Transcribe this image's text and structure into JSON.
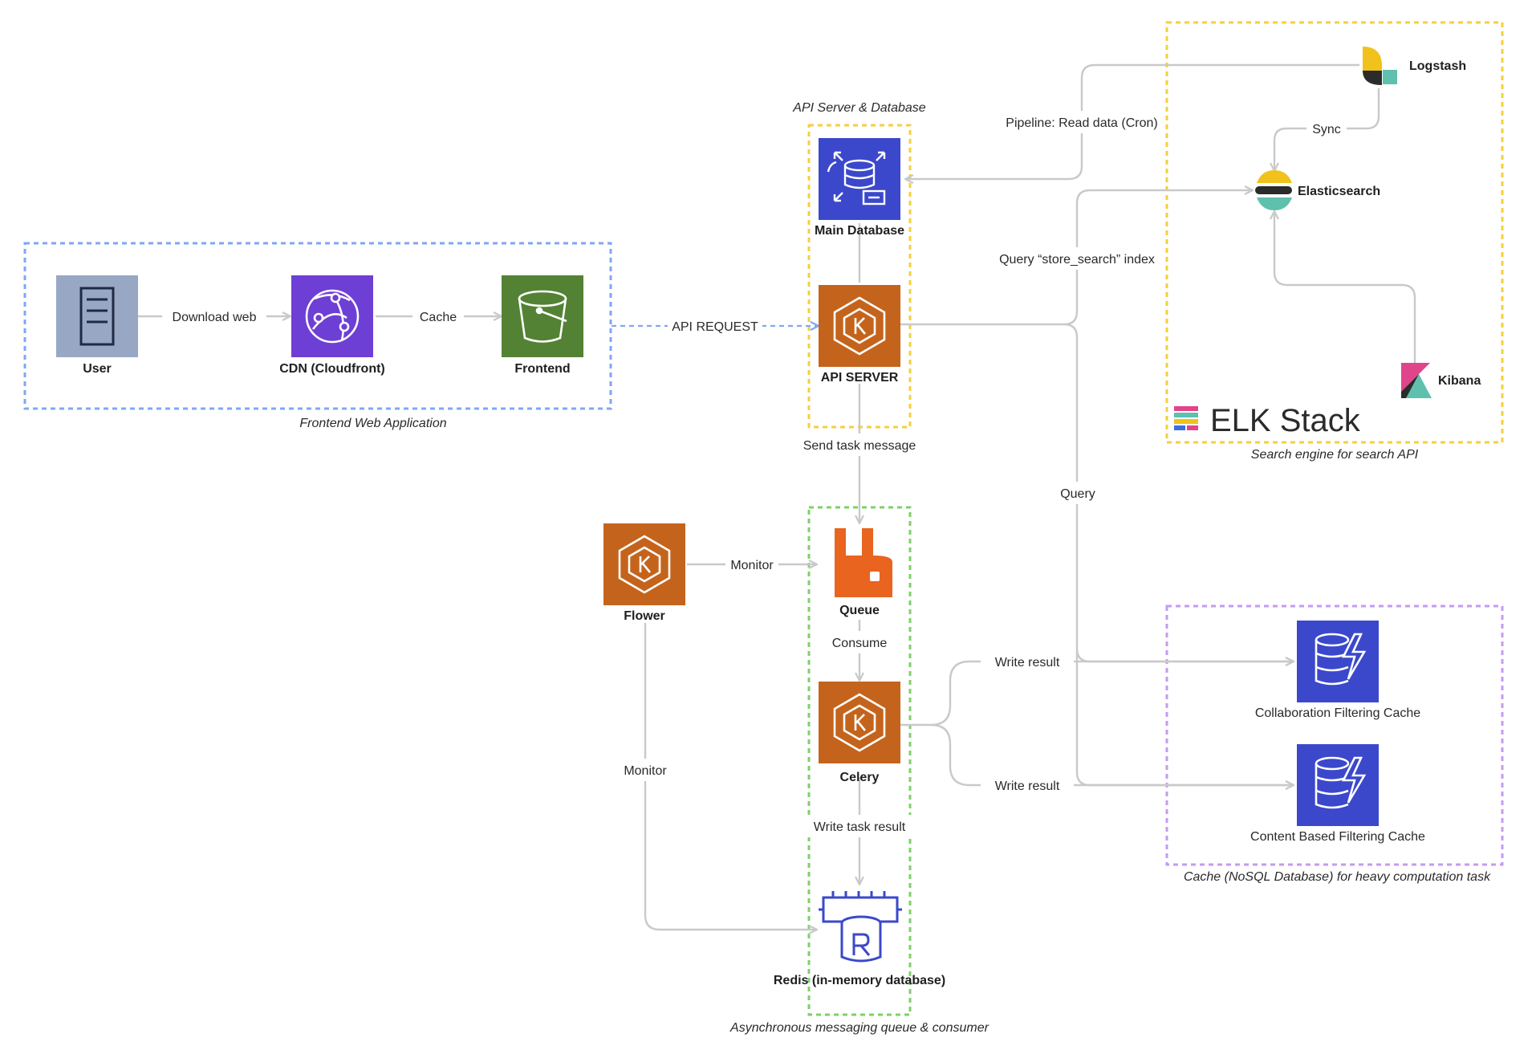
{
  "colors": {
    "edge": "#c9c9c9",
    "frontend_group": "#7fa7f5",
    "api_group": "#f5cf3d",
    "elk_group": "#f5cf3d",
    "queue_group": "#7fd06a",
    "cache_group": "#c79af0",
    "k8s_orange": "#c4641c",
    "rabbit_orange": "#e8641f",
    "aws_blue": "#3b48cc",
    "cloudfront_purple": "#6e3fd4",
    "s3_green": "#538234",
    "user_gray": "#98a8c4"
  },
  "groups": {
    "frontend": "Frontend Web Application",
    "api": "API Server & Database",
    "elk": "Search engine for search API",
    "queue": "Asynchronous messaging queue & consumer",
    "cache": "Cache (NoSQL Database) for heavy computation task"
  },
  "nodes": {
    "user": {
      "label": "User",
      "icon": "server-document-icon"
    },
    "cdn": {
      "label": "CDN (Cloudfront)",
      "icon": "cloudfront-icon"
    },
    "frontend": {
      "label": "Frontend",
      "icon": "s3-bucket-icon"
    },
    "main_db": {
      "label": "Main Database",
      "icon": "database-migration-icon"
    },
    "api_server": {
      "label": "API SERVER",
      "icon": "kubernetes-icon"
    },
    "logstash": {
      "label": "Logstash",
      "icon": "logstash-icon"
    },
    "elasticsearch": {
      "label": "Elasticsearch",
      "icon": "elasticsearch-icon"
    },
    "kibana": {
      "label": "Kibana",
      "icon": "kibana-icon"
    },
    "elk_title": "ELK Stack",
    "flower": {
      "label": "Flower",
      "icon": "kubernetes-icon"
    },
    "queue": {
      "label": "Queue",
      "icon": "rabbitmq-icon"
    },
    "celery": {
      "label": "Celery",
      "icon": "kubernetes-icon"
    },
    "redis": {
      "label": "Redis (in-memory database)",
      "icon": "redis-icon"
    },
    "collab_cache": {
      "label": "Collaboration Filtering Cache",
      "icon": "dynamodb-icon"
    },
    "content_cache": {
      "label": "Content Based Filtering Cache",
      "icon": "dynamodb-icon"
    }
  },
  "edges": {
    "download_web": "Download web",
    "cache": "Cache",
    "api_request": "API REQUEST",
    "pipeline": "Pipeline: Read data (Cron)",
    "sync": "Sync",
    "query_index": "Query “store_search” index",
    "query": "Query",
    "send_task": "Send task message",
    "monitor_queue": "Monitor",
    "consume": "Consume",
    "write_result_1": "Write result",
    "write_result_2": "Write result",
    "write_task_result": "Write task result",
    "monitor_redis": "Monitor"
  }
}
